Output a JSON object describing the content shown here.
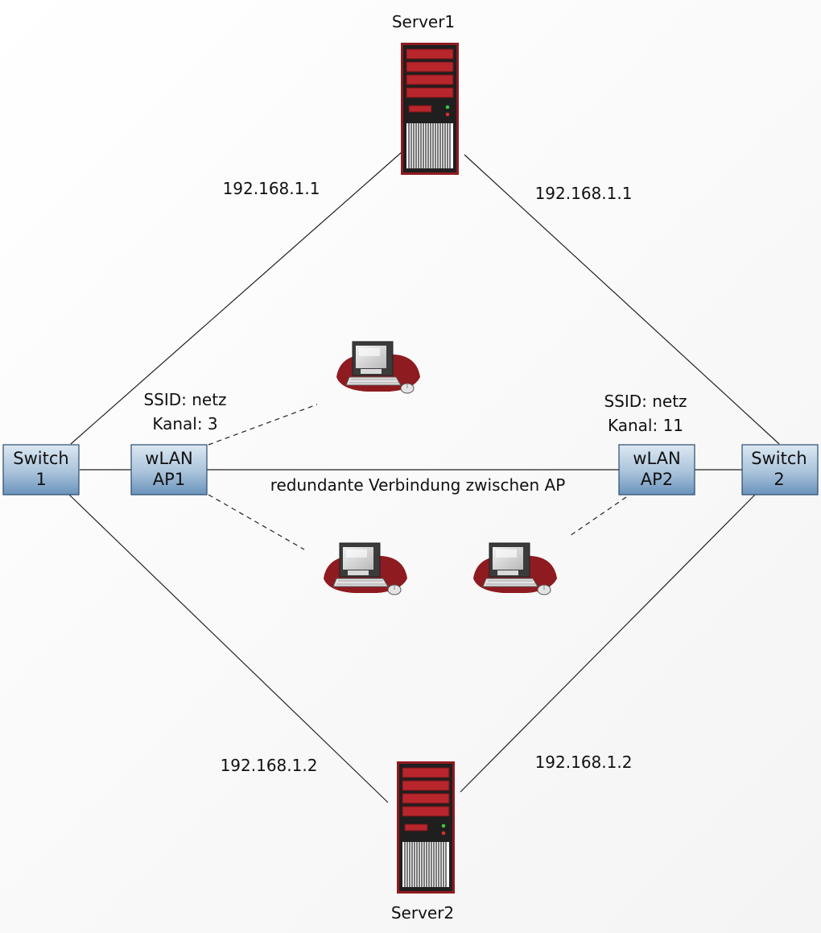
{
  "servers": {
    "server1": {
      "label": "Server1"
    },
    "server2": {
      "label": "Server2"
    }
  },
  "switches": {
    "switch1": {
      "line1": "Switch",
      "line2": "1"
    },
    "switch2": {
      "line1": "Switch",
      "line2": "2"
    }
  },
  "access_points": {
    "ap1": {
      "line1": "wLAN",
      "line2": "AP1",
      "ssid": "SSID: netz",
      "channel": "Kanal: 3"
    },
    "ap2": {
      "line1": "wLAN",
      "line2": "AP2",
      "ssid": "SSID: netz",
      "channel": "Kanal: 11"
    }
  },
  "ip_labels": {
    "top_left": "192.168.1.1",
    "top_right": "192.168.1.1",
    "bottom_left": "192.168.1.2",
    "bottom_right": "192.168.1.2"
  },
  "links": {
    "redundant_label": "redundante Verbindung zwischen AP"
  },
  "icons": {
    "server": "server-tower-icon",
    "workstation": "workstation-icon"
  },
  "colors": {
    "server_red": "#9e1f24",
    "server_dark": "#2a2a2a",
    "box_top": "#d6e4ef",
    "box_bottom": "#6f98bf",
    "box_border": "#2b4b6b",
    "line": "#222222"
  }
}
